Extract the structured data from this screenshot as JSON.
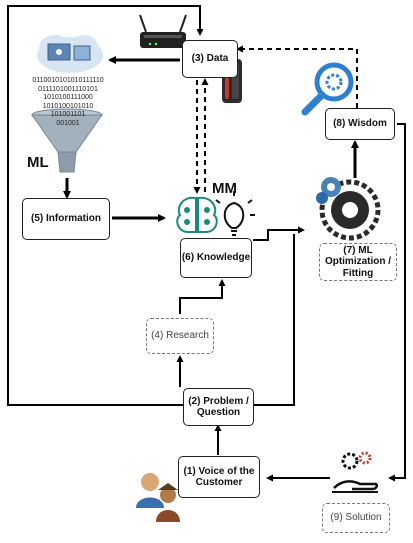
{
  "nodes": {
    "data": "(3) Data",
    "information": "(5) Information",
    "knowledge": "(6) Knowledge",
    "wisdom": "(8) Wisdom",
    "ml_fit_l1": "(7) ML",
    "ml_fit_l2": "Optimization /",
    "ml_fit_l3": "Fitting",
    "research": "(4) Research",
    "problem_l1": "(2) Problem /",
    "problem_l2": "Question",
    "voice_l1": "(1) Voice of the",
    "voice_l2": "Customer",
    "solution": "(9) Solution"
  },
  "labels": {
    "ml": "ML",
    "mm": "MM"
  },
  "binary_lines": [
    "0110010101010111110",
    "0111101001110101",
    "1010100111000",
    "1010100101010",
    "101001101",
    "001001"
  ],
  "colors": {
    "accent_blue": "#2f7fd0",
    "teal": "#1b8a7a",
    "gear_dark": "#2a2a2a",
    "line": "#000000"
  }
}
